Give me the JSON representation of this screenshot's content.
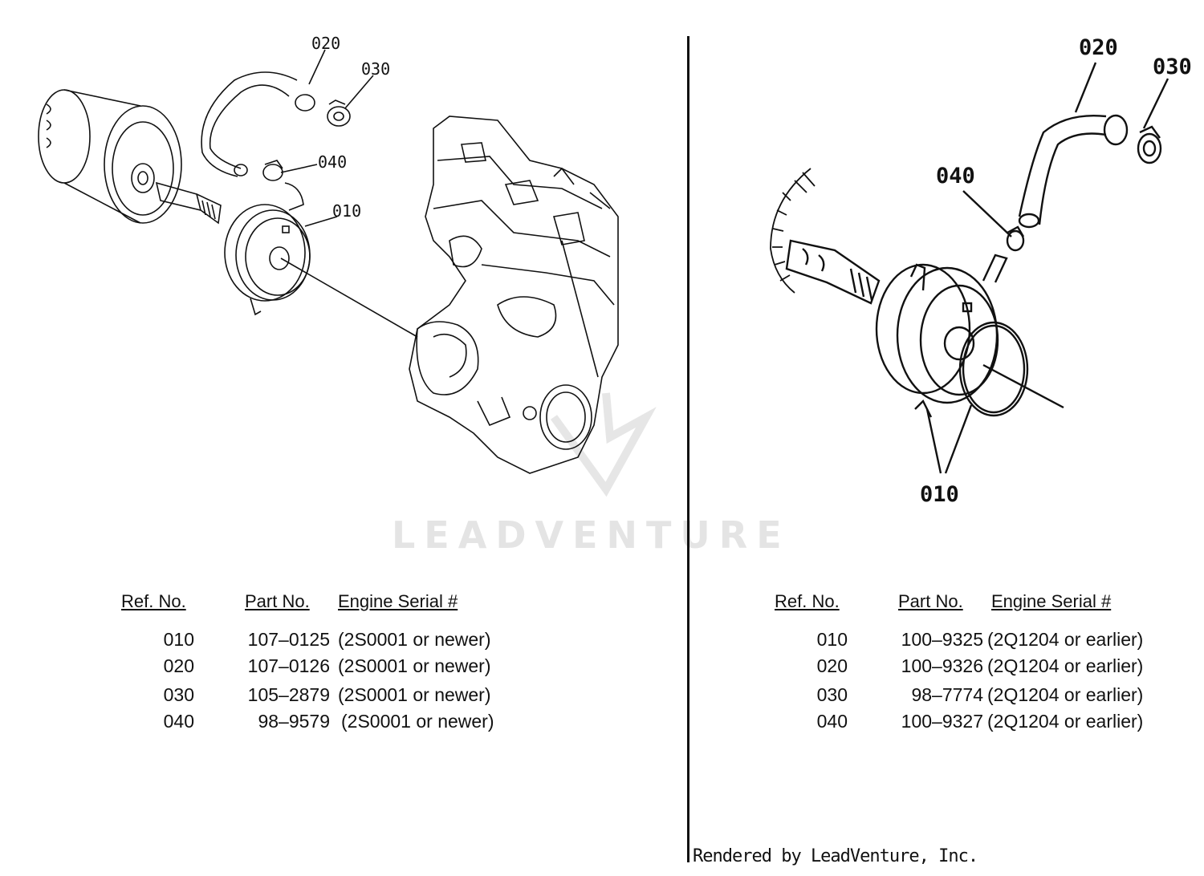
{
  "watermark": "LEADVENTURE",
  "footer": "Rendered by LeadVenture, Inc.",
  "left_callouts": {
    "c010": "010",
    "c020": "020",
    "c030": "030",
    "c040": "040"
  },
  "right_callouts": {
    "c010": "010",
    "c020": "020",
    "c030": "030",
    "c040": "040"
  },
  "left_table": {
    "headers": [
      "Ref. No.",
      "Part No.",
      "Engine Serial #"
    ],
    "rows": [
      {
        "ref": "010",
        "part": "107–0125",
        "serial": "(2S0001 or newer)"
      },
      {
        "ref": "020",
        "part": "107–0126",
        "serial": "(2S0001 or newer)"
      },
      {
        "ref": "030",
        "part": "105–2879",
        "serial": "(2S0001 or newer)"
      },
      {
        "ref": "040",
        "part": "98–9579",
        "serial": "(2S0001 or newer)"
      }
    ]
  },
  "right_table": {
    "headers": [
      "Ref. No.",
      "Part No.",
      "Engine Serial #"
    ],
    "rows": [
      {
        "ref": "010",
        "part": "100–9325",
        "serial": "(2Q1204 or earlier)"
      },
      {
        "ref": "020",
        "part": "100–9326",
        "serial": "(2Q1204 or earlier)"
      },
      {
        "ref": "030",
        "part": "98–7774",
        "serial": "(2Q1204 or earlier)"
      },
      {
        "ref": "040",
        "part": "100–9327",
        "serial": "(2Q1204 or earlier)"
      }
    ]
  }
}
